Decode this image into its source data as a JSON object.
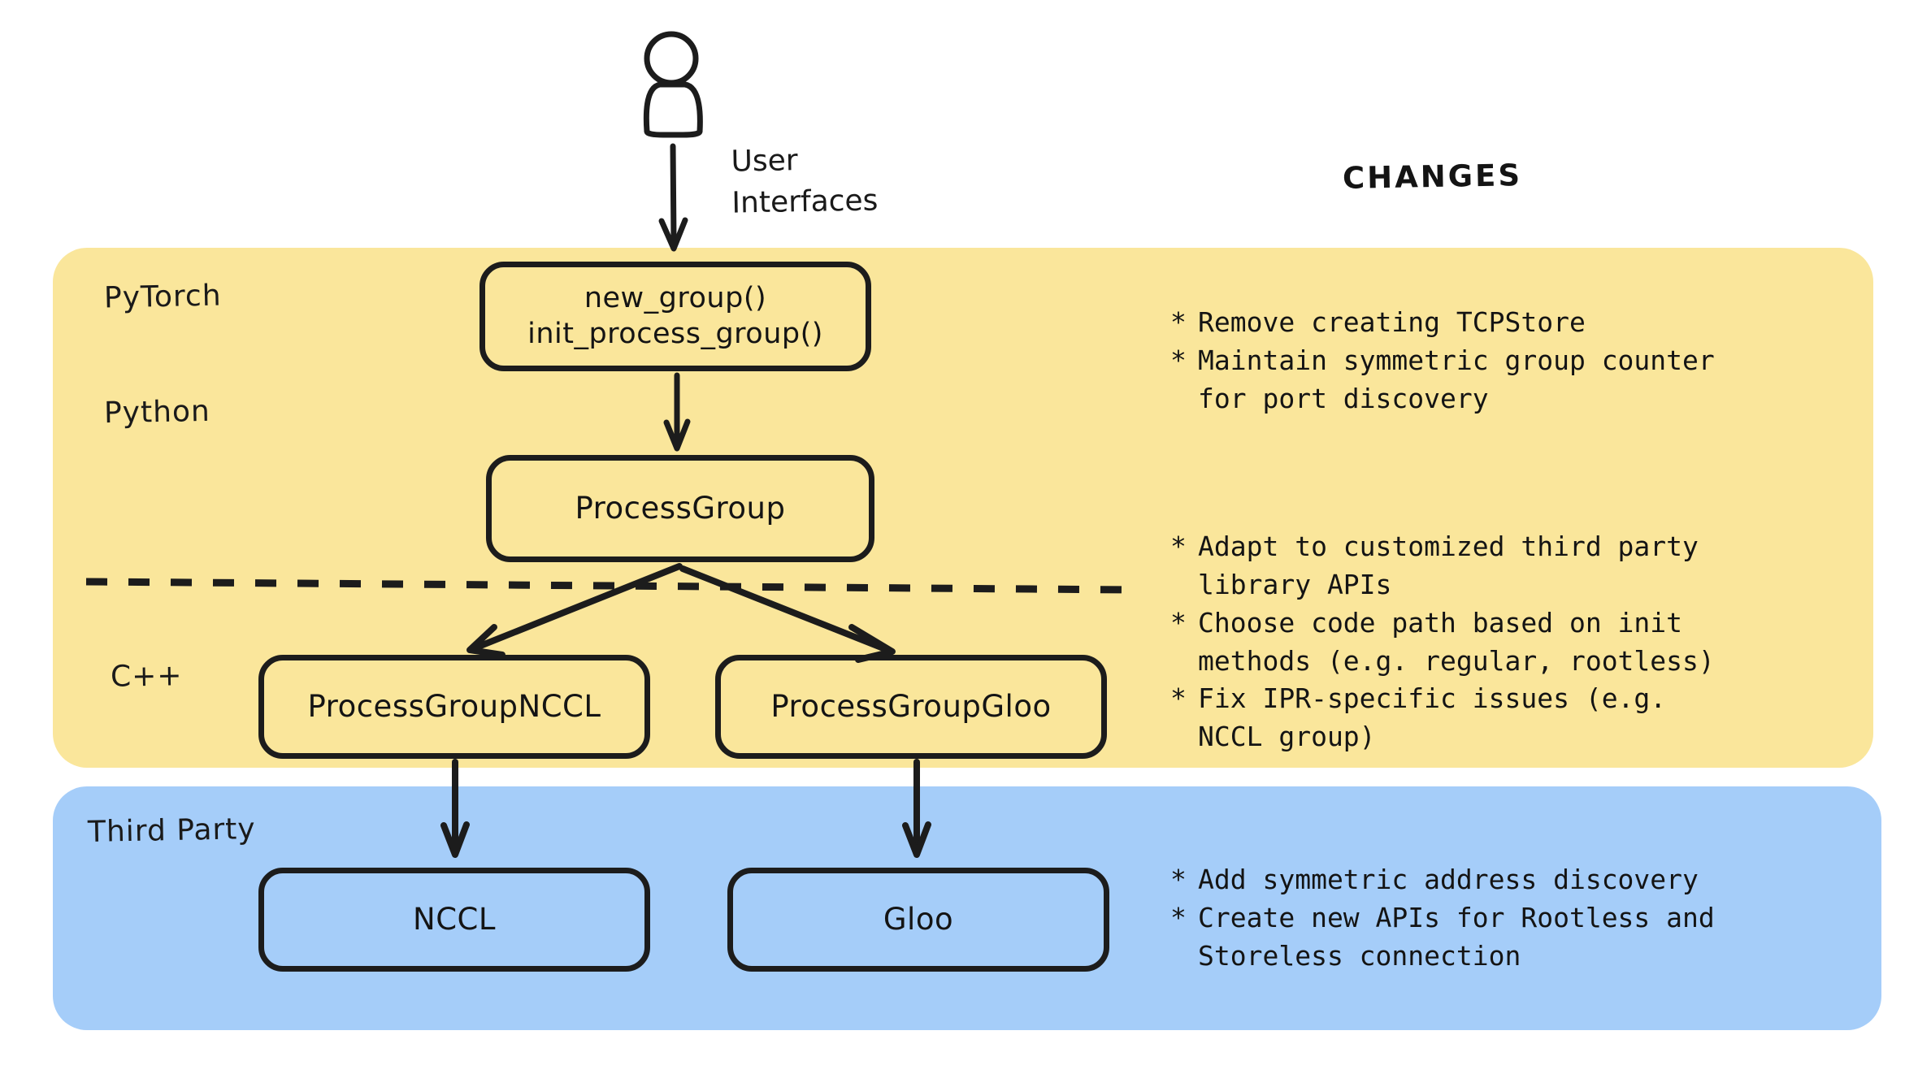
{
  "diagram": {
    "title_changes": "CHANGES",
    "user_caption_line1": "User",
    "user_caption_line2": "Interfaces",
    "actor_icon": "user-person-icon"
  },
  "layers": [
    {
      "id": "pytorch",
      "label": "PyTorch",
      "color": "#fae69b"
    },
    {
      "id": "python",
      "label": "Python",
      "color": "#fae69b"
    },
    {
      "id": "cpp",
      "label": "C++",
      "color": "#fae69b"
    },
    {
      "id": "third_party",
      "label": "Third Party",
      "color": "#a5cdf9"
    }
  ],
  "nodes": {
    "new_group": {
      "line1": "new_group()",
      "line2": "init_process_group()"
    },
    "process_group": {
      "label": "ProcessGroup"
    },
    "pg_nccl": {
      "label": "ProcessGroupNCCL"
    },
    "pg_gloo": {
      "label": "ProcessGroupGloo"
    },
    "nccl": {
      "label": "NCCL"
    },
    "gloo": {
      "label": "Gloo"
    }
  },
  "changes": {
    "pytorch_python": [
      {
        "star": "*",
        "text": "Remove creating TCPStore"
      },
      {
        "star": "*",
        "text": "Maintain symmetric group counter\nfor port discovery"
      }
    ],
    "cpp": [
      {
        "star": "*",
        "text": "Adapt to customized third party\nlibrary APIs"
      },
      {
        "star": "*",
        "text": "Choose code path based on init\nmethods (e.g. regular, rootless)"
      },
      {
        "star": "*",
        "text": "Fix IPR-specific issues (e.g.\nNCCL group)"
      }
    ],
    "third_party": [
      {
        "star": "*",
        "text": "Add symmetric address discovery"
      },
      {
        "star": "*",
        "text": "Create new APIs for Rootless and\nStoreless connection"
      }
    ]
  },
  "colors": {
    "panel_pytorch": "#fae69b",
    "panel_third_party": "#a5cdf9",
    "stroke": "#1c1c1c",
    "background": "#ffffff"
  }
}
